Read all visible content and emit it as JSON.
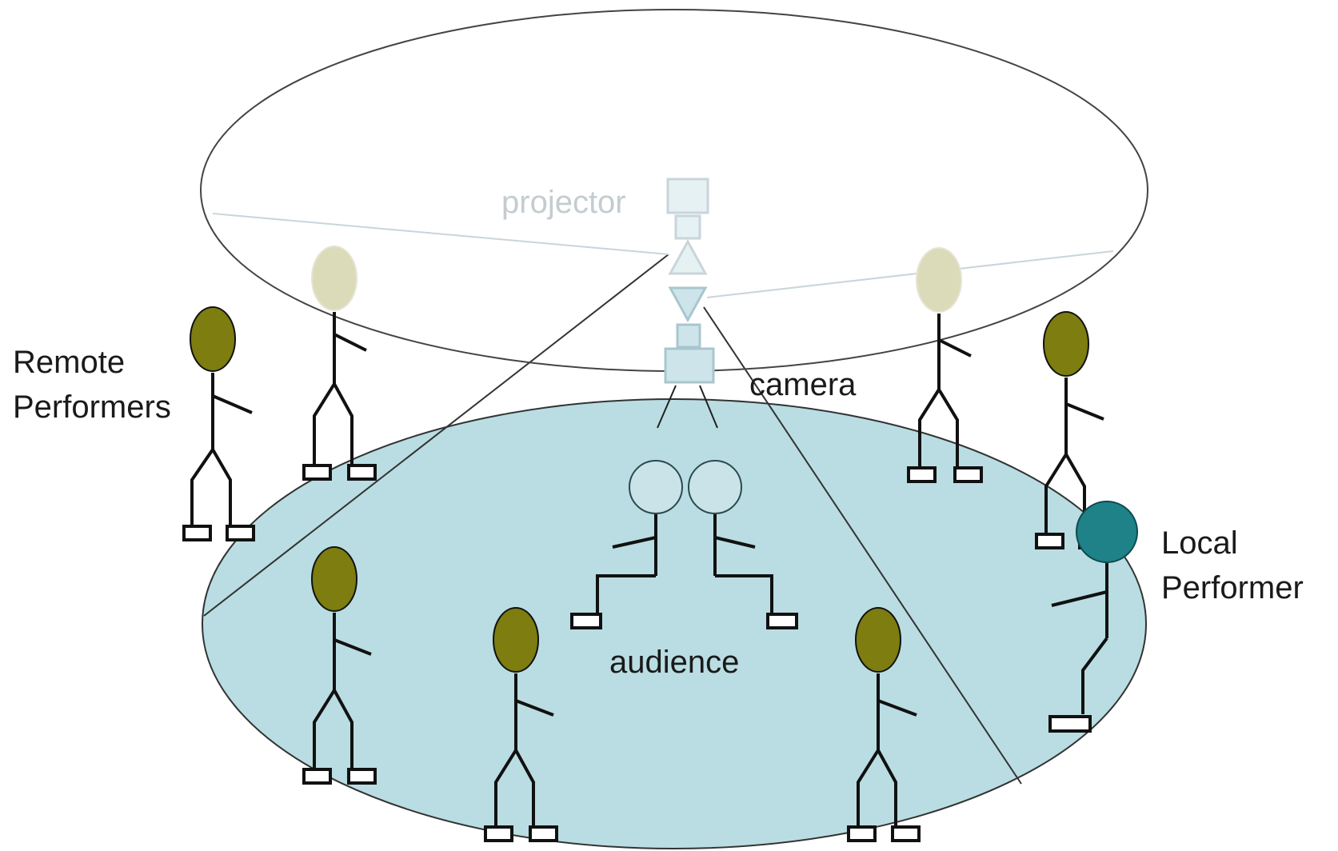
{
  "labels": {
    "projector": "projector",
    "camera": "camera",
    "audience": "audience",
    "remote_performers_line1": "Remote",
    "remote_performers_line2": "Performers",
    "local_performer_line1": "Local",
    "local_performer_line2": "Performer"
  },
  "colors": {
    "floor_fill": "#b9dde2",
    "remote_head": "#7d7d10",
    "faded_head": "#dcdbb9",
    "local_head": "#1e8288",
    "figure_stroke": "#111111",
    "faint_stroke": "#c9d5da"
  },
  "icons": [
    "projector-icon",
    "camera-icon"
  ]
}
